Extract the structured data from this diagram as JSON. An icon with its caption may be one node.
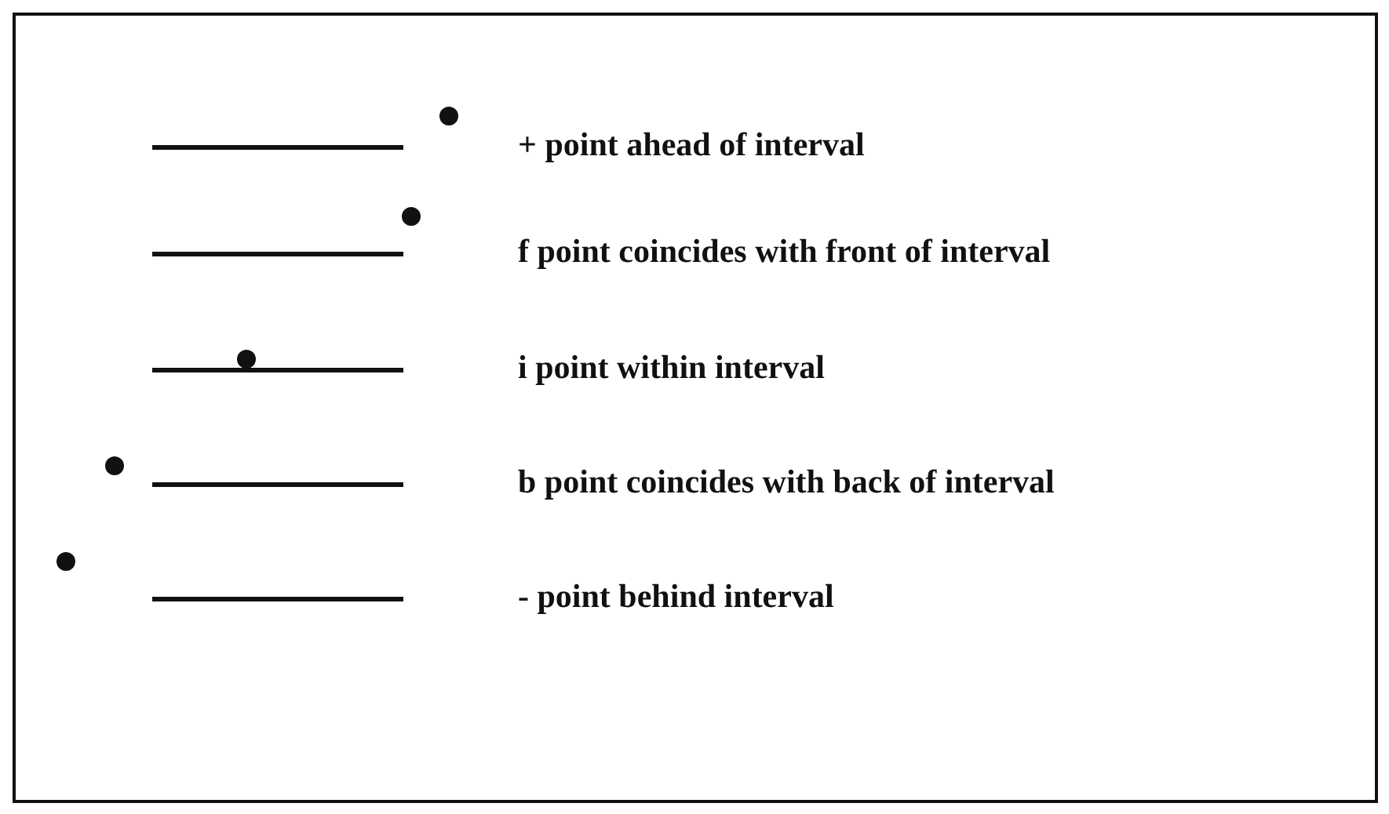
{
  "diagram": {
    "labels": [
      "+ point ahead of interval",
      "f point coincides with front of interval",
      "i point within interval",
      "b point coincides with back of interval",
      "- point behind interval"
    ]
  }
}
